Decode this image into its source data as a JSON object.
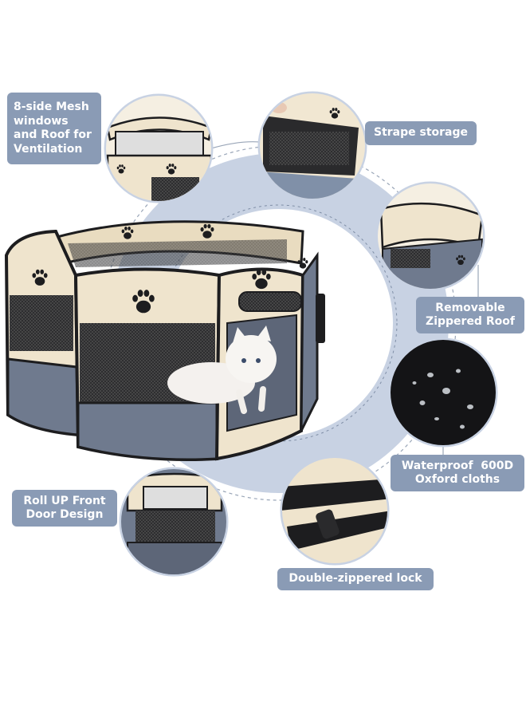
{
  "labels": {
    "mesh": [
      "8-side Mesh",
      "windows",
      "and Roof for",
      "Ventilation"
    ],
    "strape": "Strape storage",
    "roof": [
      "Removable",
      "Zippered Roof"
    ],
    "waterproof": [
      "Waterproof  600D",
      "Oxford cloths"
    ],
    "rollup": [
      "Roll UP Front",
      "Door Design"
    ],
    "lock": "Double-zippered lock"
  },
  "colors": {
    "label_bg": "#8a9bb5",
    "ring": "#c8d2e3",
    "fabric_beige": "#efe4cd",
    "fabric_gray": "#6f7a8e",
    "frame_black": "#1d1d1f"
  }
}
